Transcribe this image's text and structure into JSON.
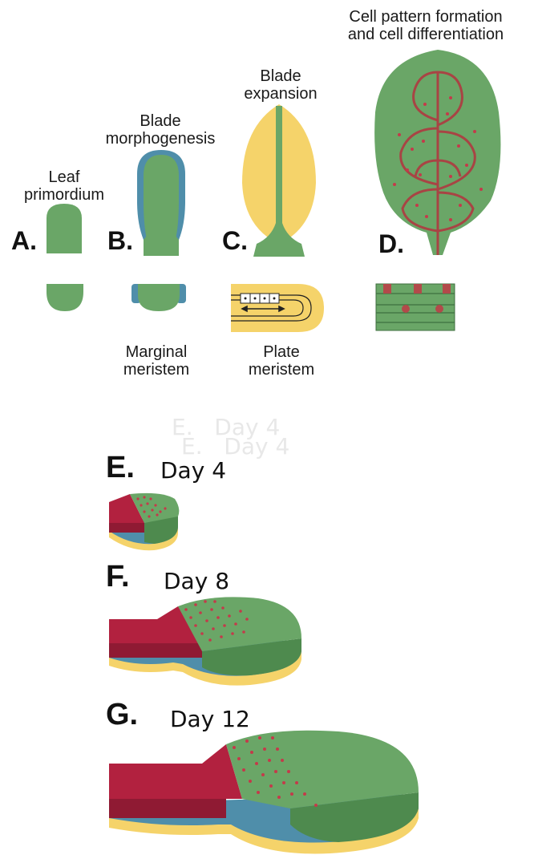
{
  "colors": {
    "green": "#6aa667",
    "green_dark": "#4e8a4e",
    "blue": "#4f8eaa",
    "yellow": "#f5d36a",
    "red": "#b2213f",
    "vein": "#a84444",
    "dot": "#c43a4a"
  },
  "top": {
    "A": {
      "letter": "A.",
      "title": "Leaf primordium",
      "title_line1": "Leaf",
      "title_line2": "primordium"
    },
    "B": {
      "letter": "B.",
      "title_line1": "Blade",
      "title_line2": "morphogenesis",
      "bottom_line1": "Marginal",
      "bottom_line2": "meristem"
    },
    "C": {
      "letter": "C.",
      "title_line1": "Blade",
      "title_line2": "expansion",
      "bottom_line1": "Plate",
      "bottom_line2": "meristem"
    },
    "D": {
      "letter": "D.",
      "title_line1": "Cell pattern formation",
      "title_line2": "and cell differentiation"
    }
  },
  "ghost": {
    "line1": "E.   Day 4",
    "line2": "E.   Day 4"
  },
  "bottom": {
    "E": {
      "letter": "E.",
      "day": "Day 4"
    },
    "F": {
      "letter": "F.",
      "day": "Day 8"
    },
    "G": {
      "letter": "G.",
      "day": "Day 12"
    }
  }
}
